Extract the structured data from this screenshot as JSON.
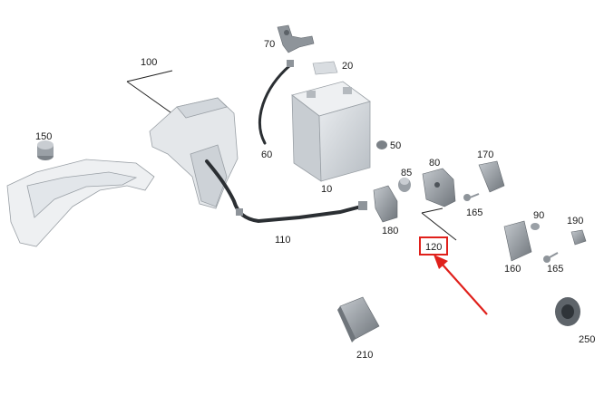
{
  "diagram": {
    "labels": {
      "p70": "70",
      "p20": "20",
      "p100": "100",
      "p150": "150",
      "p60": "60",
      "p50": "50",
      "p10": "10",
      "p85": "85",
      "p80": "80",
      "p170": "170",
      "p165a": "165",
      "p110": "110",
      "p180": "180",
      "p90": "90",
      "p190": "190",
      "p120": "120",
      "p160": "160",
      "p165b": "165",
      "p250": "250",
      "p210": "210"
    },
    "highlight": {
      "label": "120",
      "color": "#e0201b"
    },
    "colors": {
      "part": "#dfe3e7",
      "part_dark": "#8e949a",
      "cable": "#2b2f33",
      "leader": "#222222"
    }
  }
}
